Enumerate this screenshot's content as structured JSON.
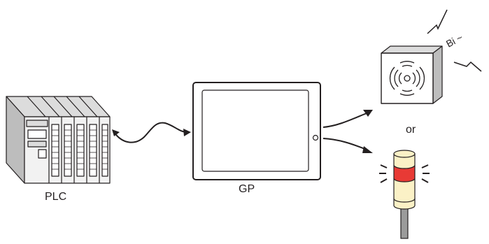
{
  "labels": {
    "plc": "PLC",
    "gp": "GP",
    "or": "or",
    "sound": "Bi ~"
  },
  "icons": [
    "plc-icon",
    "gp-display-icon",
    "buzzer-icon",
    "signal-tower-icon"
  ],
  "colors": {
    "stroke": "#231f20",
    "plc_light": "#f2f2f2",
    "plc_mid": "#dcdcdc",
    "plc_dark": "#bdbdbd",
    "lamp_body": "#fbf1c6",
    "lamp_red": "#e83a35",
    "pole": "#9b9b9b"
  }
}
